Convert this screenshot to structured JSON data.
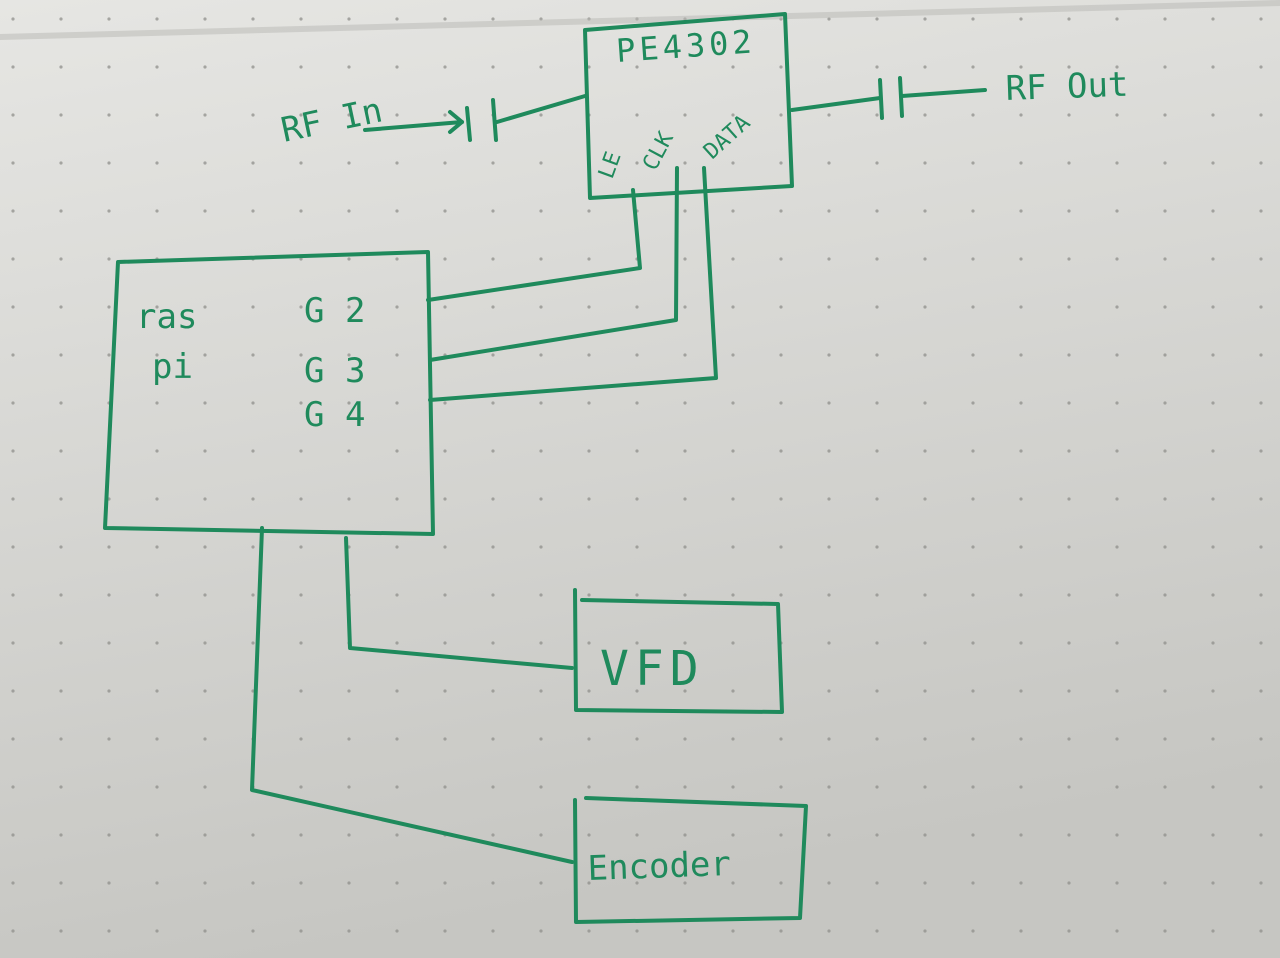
{
  "ink_color": "#1f8a5c",
  "board_colors": {
    "top": "#e4e4e1",
    "bottom": "#c9c9c5",
    "grid_dot": "#8f8f8b"
  },
  "chips": {
    "pe4302": {
      "label": "PE4302",
      "pins": [
        "LE",
        "CLK",
        "DATA"
      ]
    },
    "raspi": {
      "label_line1": "ras",
      "label_line2": "pi",
      "pins": [
        "G 2",
        "G 3",
        "G 4"
      ]
    },
    "vfd": {
      "label": "VFD"
    },
    "encoder": {
      "label": "Encoder"
    }
  },
  "ports": {
    "rf_in": "RF In",
    "rf_out": "RF Out"
  }
}
